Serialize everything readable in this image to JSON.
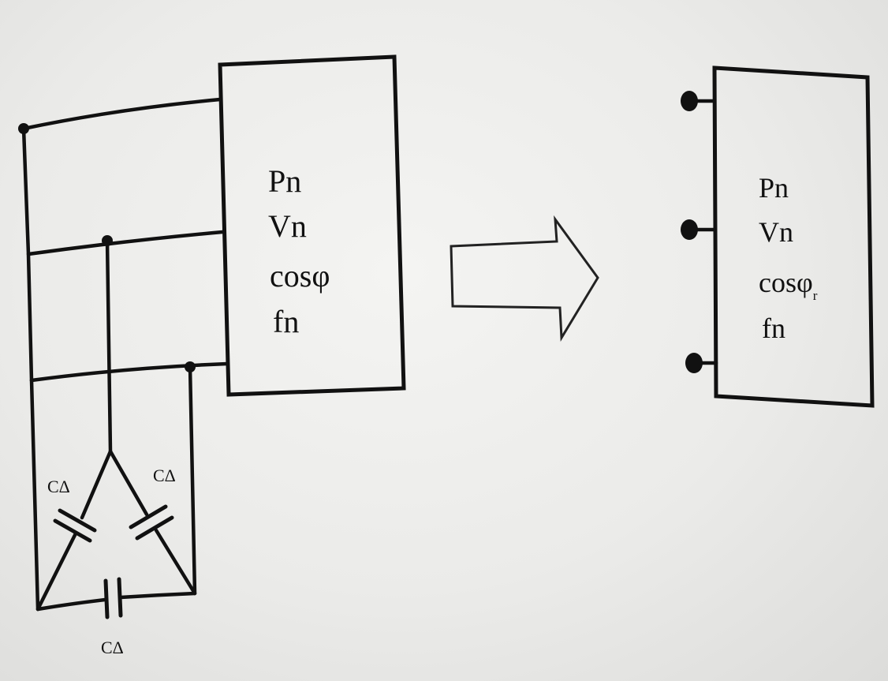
{
  "left_block": {
    "lines": [
      "Pn",
      "Vn",
      "cosφ",
      "fn"
    ]
  },
  "right_block": {
    "lines": [
      "Pn",
      "Vn"
    ],
    "cos_line": {
      "main": "cosφ",
      "subscript": "r"
    },
    "last_line": "fn"
  },
  "capacitors": {
    "left_label": "CΔ",
    "right_label": "CΔ",
    "bottom_label": "CΔ"
  }
}
